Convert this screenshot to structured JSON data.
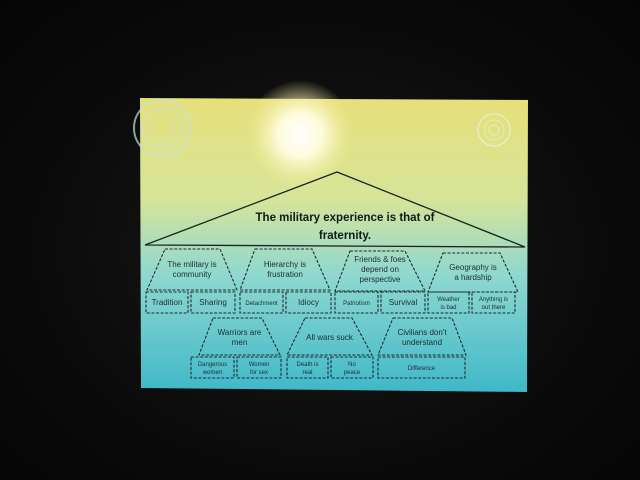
{
  "slide": {
    "title_lines": [
      "The military experience is that of",
      "fraternity."
    ],
    "themes": [
      {
        "lines": [
          "The military is",
          "community"
        ],
        "items": [
          [
            "Tradition"
          ],
          [
            "Sharing"
          ]
        ]
      },
      {
        "lines": [
          "Hierarchy is",
          "frustration"
        ],
        "items": [
          [
            "Detachment"
          ],
          [
            "Idiocy"
          ]
        ]
      },
      {
        "lines": [
          "Friends & foes",
          "depend on",
          "perspective"
        ],
        "items": [
          [
            "Patriotism"
          ],
          [
            "Survival"
          ]
        ]
      },
      {
        "lines": [
          "Geography is",
          "a hardship"
        ],
        "items": [
          [
            "Weather",
            "is bad"
          ],
          [
            "Anything is",
            "out there"
          ]
        ]
      },
      {
        "lines": [
          "Warriors are",
          "men"
        ],
        "items": [
          [
            "Dangerous",
            "women"
          ],
          [
            "Women",
            "for sex"
          ]
        ]
      },
      {
        "lines": [
          "All wars suck"
        ],
        "items": [
          [
            "Death is",
            "real"
          ],
          [
            "No",
            "peace"
          ]
        ]
      },
      {
        "lines": [
          "Civilians don't",
          "understand"
        ],
        "items": [
          [
            "Difference"
          ]
        ]
      }
    ]
  }
}
